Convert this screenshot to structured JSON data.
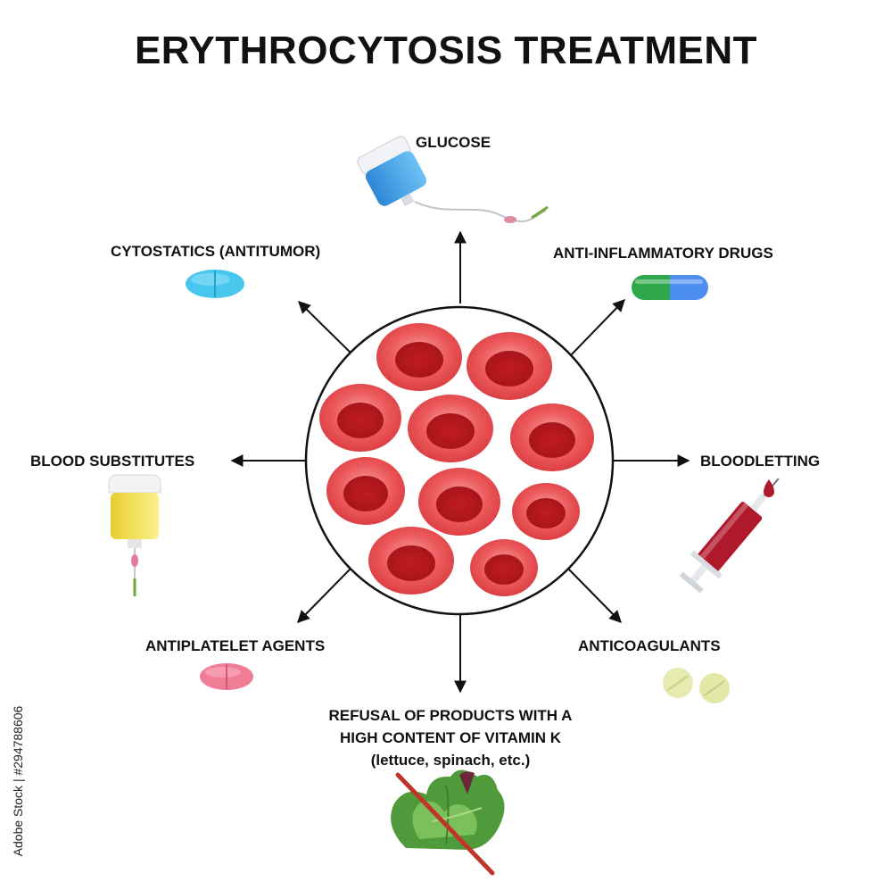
{
  "title": "ERYTHROCYTOSIS TREATMENT",
  "labels": {
    "glucose": "GLUCOSE",
    "cytostatics": "CYTOSTATICS (ANTITUMOR)",
    "anti_inflammatory": "ANTI-INFLAMMATORY DRUGS",
    "blood_substitutes": "BLOOD SUBSTITUTES",
    "bloodletting": "BLOODLETTING",
    "antiplatelet": "ANTIPLATELET AGENTS",
    "anticoagulants": "ANTICOAGULANTS",
    "refusal_line1": "REFUSAL OF PRODUCTS WITH A",
    "refusal_line2": "HIGH CONTENT OF VITAMIN K",
    "refusal_line3": "(lettuce, spinach, etc.)"
  },
  "stock_id": "Adobe Stock | #294788606",
  "colors": {
    "cell_outer": "#e8474c",
    "cell_inner": "#b0161c",
    "arrow": "#111111",
    "pill_cytostatic": "#47c7ee",
    "pill_antiplatelet": "#f07c95",
    "capsule_green": "#2fa84a",
    "capsule_blue": "#4d8ff0",
    "tablet_anticoag": "#e7ebb0",
    "iv_yellow": "#f3e45c",
    "glucose_blue": "#3d9be0",
    "syringe_blood": "#b0192b",
    "leaf_green": "#4f9a3a",
    "strike_red": "#c0352a"
  },
  "icons": [
    "glucose-bag-icon",
    "cytostatic-pill-icon",
    "anti-inflammatory-capsule-icon",
    "blood-substitute-bag-icon",
    "syringe-icon",
    "antiplatelet-pill-icon",
    "anticoagulant-tablets-icon",
    "crossed-leafy-greens-icon",
    "red-blood-cells-icon"
  ]
}
